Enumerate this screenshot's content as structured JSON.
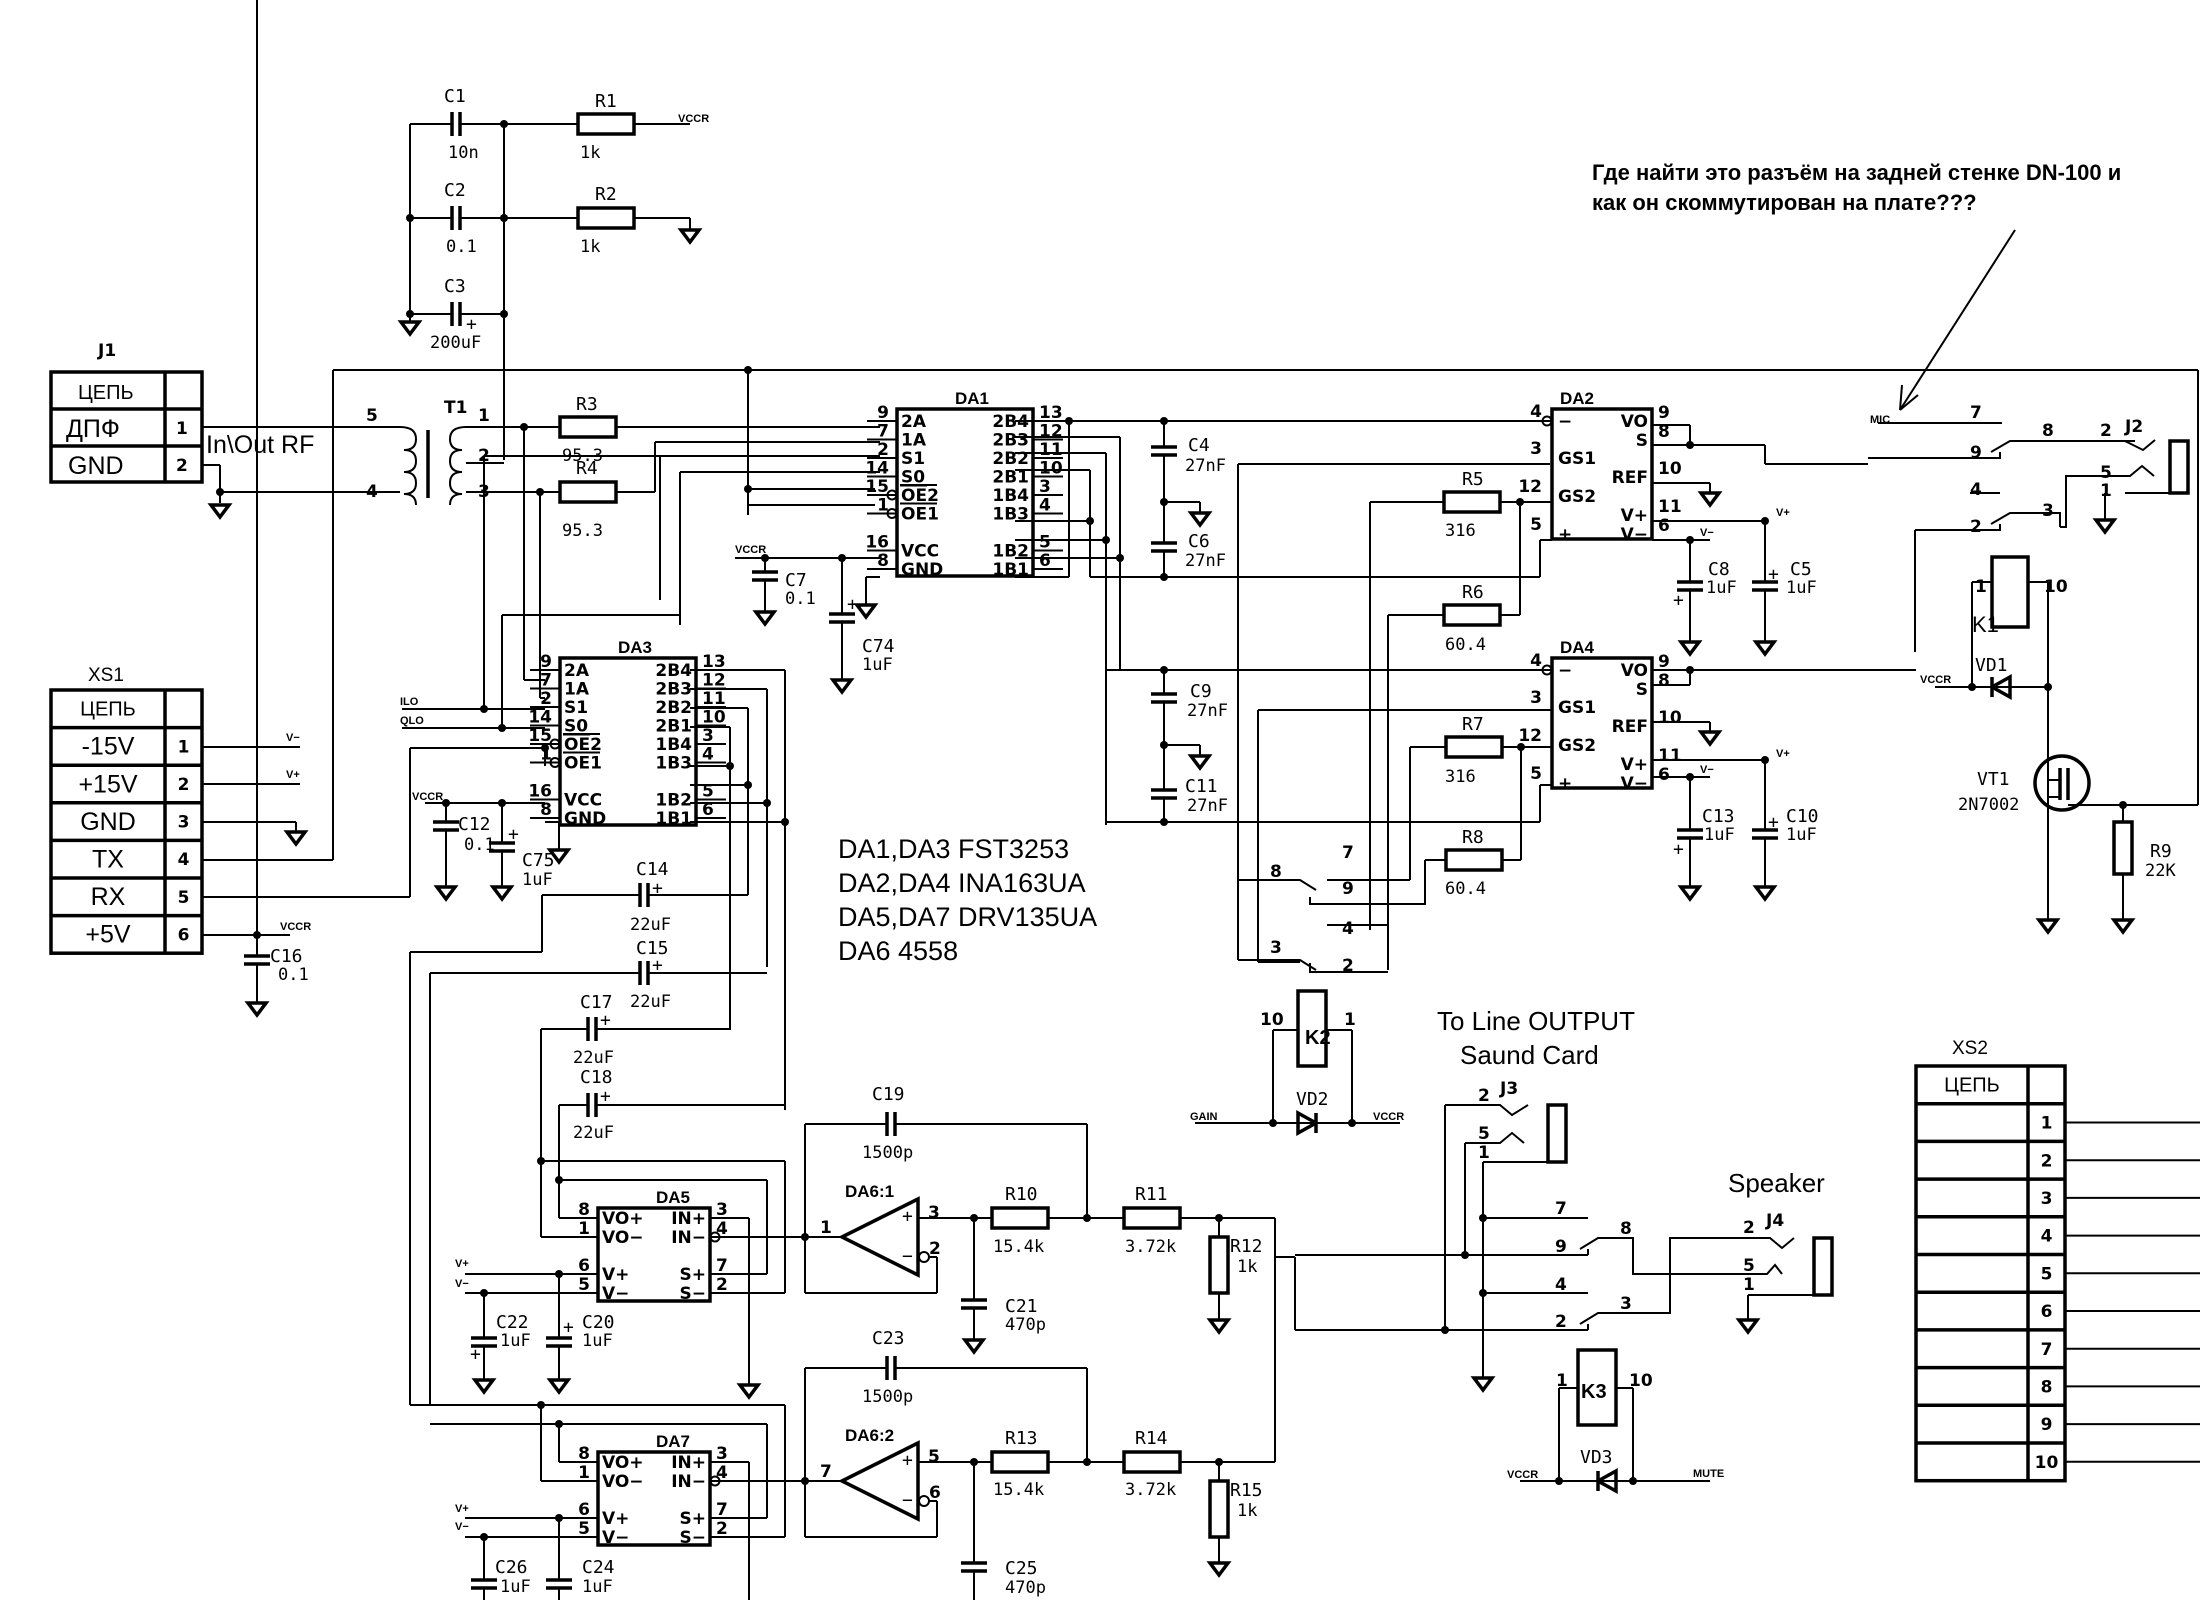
{
  "annotation": {
    "line1": "Где найти это разъём на задней стенке DN-100 и",
    "line2": "как он скоммутирован на плате???"
  },
  "parts_list": [
    "DA1,DA3 FST3253",
    "DA2,DA4 INA163UA",
    "DA5,DA7 DRV135UA",
    "DA6 4558"
  ],
  "labels": {
    "line_output_1": "To Line OUTPUT",
    "line_output_2": "Saund Card",
    "speaker": "Speaker",
    "in_out_rf": "In\\Out RF"
  },
  "nets": {
    "vccr": "VCCR",
    "vplus": "V+",
    "vminus": "V−",
    "ilo": "ILO",
    "qlo": "QLO",
    "gain": "GAIN",
    "mute": "MUTE",
    "mic": "MIC"
  },
  "connectors": {
    "J1": {
      "ref": "J1",
      "header": "ЦЕПЬ",
      "rows": [
        {
          "name": "ДПФ",
          "pin": "1"
        },
        {
          "name": "GND",
          "pin": "2"
        }
      ]
    },
    "XS1": {
      "ref": "XS1",
      "header": "ЦЕПЬ",
      "rows": [
        {
          "name": "-15V",
          "pin": "1"
        },
        {
          "name": "+15V",
          "pin": "2"
        },
        {
          "name": "GND",
          "pin": "3"
        },
        {
          "name": "TX",
          "pin": "4"
        },
        {
          "name": "RX",
          "pin": "5"
        },
        {
          "name": "+5V",
          "pin": "6"
        }
      ]
    },
    "XS2": {
      "ref": "XS2",
      "header": "ЦЕПЬ",
      "rows": [
        {
          "name": "",
          "pin": "1"
        },
        {
          "name": "",
          "pin": "2"
        },
        {
          "name": "",
          "pin": "3"
        },
        {
          "name": "",
          "pin": "4"
        },
        {
          "name": "",
          "pin": "5"
        },
        {
          "name": "",
          "pin": "6"
        },
        {
          "name": "",
          "pin": "7"
        },
        {
          "name": "",
          "pin": "8"
        },
        {
          "name": "",
          "pin": "9"
        },
        {
          "name": "",
          "pin": "10"
        }
      ]
    },
    "J2": {
      "ref": "J2"
    },
    "J3": {
      "ref": "J3"
    },
    "J4": {
      "ref": "J4"
    }
  },
  "components": {
    "C1": {
      "ref": "C1",
      "value": "10n"
    },
    "C2": {
      "ref": "C2",
      "value": "0.1"
    },
    "C3": {
      "ref": "C3",
      "value": "200uF"
    },
    "R1": {
      "ref": "R1",
      "value": "1k"
    },
    "R2": {
      "ref": "R2",
      "value": "1k"
    },
    "R3": {
      "ref": "R3",
      "value": "95.3"
    },
    "R4": {
      "ref": "R4",
      "value": "95.3"
    },
    "R5": {
      "ref": "R5",
      "value": "316"
    },
    "R6": {
      "ref": "R6",
      "value": "60.4"
    },
    "R7": {
      "ref": "R7",
      "value": "316"
    },
    "R8": {
      "ref": "R8",
      "value": "60.4"
    },
    "R9": {
      "ref": "R9",
      "value": "22K"
    },
    "R10": {
      "ref": "R10",
      "value": "15.4k"
    },
    "R11": {
      "ref": "R11",
      "value": "3.72k"
    },
    "R12": {
      "ref": "R12",
      "value": "1k"
    },
    "R13": {
      "ref": "R13",
      "value": "15.4k"
    },
    "R14": {
      "ref": "R14",
      "value": "3.72k"
    },
    "R15": {
      "ref": "R15",
      "value": "1k"
    },
    "C4": {
      "ref": "C4",
      "value": "27nF"
    },
    "C6": {
      "ref": "C6",
      "value": "27nF"
    },
    "C9": {
      "ref": "C9",
      "value": "27nF"
    },
    "C11": {
      "ref": "C11",
      "value": "27nF"
    },
    "C5": {
      "ref": "C5",
      "value": "1uF"
    },
    "C8": {
      "ref": "C8",
      "value": "1uF"
    },
    "C10": {
      "ref": "C10",
      "value": "1uF"
    },
    "C13": {
      "ref": "C13",
      "value": "1uF"
    },
    "C7": {
      "ref": "C7",
      "value": "0.1"
    },
    "C74": {
      "ref": "C74",
      "value": "1uF"
    },
    "C12": {
      "ref": "C12",
      "value": "0.1"
    },
    "C75": {
      "ref": "C75",
      "value": "1uF"
    },
    "C16": {
      "ref": "C16",
      "value": "0.1"
    },
    "C14": {
      "ref": "C14",
      "value": "22uF"
    },
    "C15": {
      "ref": "C15",
      "value": "22uF"
    },
    "C17": {
      "ref": "C17",
      "value": "22uF"
    },
    "C18": {
      "ref": "C18",
      "value": "22uF"
    },
    "C19": {
      "ref": "C19",
      "value": "1500p"
    },
    "C23": {
      "ref": "C23",
      "value": "1500p"
    },
    "C21": {
      "ref": "C21",
      "value": "470p"
    },
    "C25": {
      "ref": "C25",
      "value": "470p"
    },
    "C20": {
      "ref": "C20",
      "value": "1uF"
    },
    "C22": {
      "ref": "C22",
      "value": "1uF"
    },
    "C24": {
      "ref": "C24",
      "value": "1uF"
    },
    "C26": {
      "ref": "C26",
      "value": "1uF"
    },
    "T1": {
      "ref": "T1"
    },
    "K1": {
      "ref": "K1"
    },
    "K2": {
      "ref": "K2"
    },
    "K3": {
      "ref": "K3"
    },
    "VD1": {
      "ref": "VD1"
    },
    "VD2": {
      "ref": "VD2"
    },
    "VD3": {
      "ref": "VD3"
    },
    "VT1": {
      "ref": "VT1",
      "value": "2N7002"
    }
  },
  "ics": {
    "DA1": {
      "ref": "DA1",
      "left": [
        [
          "9",
          "2A"
        ],
        [
          "7",
          "1A"
        ],
        [
          "2",
          "S1"
        ],
        [
          "14",
          "S0"
        ],
        [
          "15",
          "OE2"
        ],
        [
          "1",
          "OE1"
        ],
        [
          "16",
          "VCC"
        ],
        [
          "8",
          "GND"
        ]
      ],
      "right": [
        [
          "13",
          "2B4"
        ],
        [
          "12",
          "2B3"
        ],
        [
          "11",
          "2B2"
        ],
        [
          "10",
          "2B1"
        ],
        [
          "3",
          "1B4"
        ],
        [
          "4",
          "1B3"
        ],
        [
          "5",
          "1B2"
        ],
        [
          "6",
          "1B1"
        ]
      ]
    },
    "DA3": {
      "ref": "DA3",
      "left": [
        [
          "9",
          "2A"
        ],
        [
          "7",
          "1A"
        ],
        [
          "2",
          "S1"
        ],
        [
          "14",
          "S0"
        ],
        [
          "15",
          "OE2"
        ],
        [
          "1",
          "OE1"
        ],
        [
          "16",
          "VCC"
        ],
        [
          "8",
          "GND"
        ]
      ],
      "right": [
        [
          "13",
          "2B4"
        ],
        [
          "12",
          "2B3"
        ],
        [
          "11",
          "2B2"
        ],
        [
          "10",
          "2B1"
        ],
        [
          "3",
          "1B4"
        ],
        [
          "4",
          "1B3"
        ],
        [
          "5",
          "1B2"
        ],
        [
          "6",
          "1B1"
        ]
      ]
    },
    "DA2": {
      "ref": "DA2",
      "left": [
        [
          "4",
          "−"
        ],
        [
          "3",
          "GS1"
        ],
        [
          "12",
          "GS2"
        ],
        [
          "5",
          "+"
        ]
      ],
      "right": [
        [
          "9",
          "VO"
        ],
        [
          "8",
          "S"
        ],
        [
          "10",
          "REF"
        ],
        [
          "11",
          "V+"
        ],
        [
          "6",
          "V−"
        ]
      ]
    },
    "DA4": {
      "ref": "DA4",
      "left": [
        [
          "4",
          "−"
        ],
        [
          "3",
          "GS1"
        ],
        [
          "12",
          "GS2"
        ],
        [
          "5",
          "+"
        ]
      ],
      "right": [
        [
          "9",
          "VO"
        ],
        [
          "8",
          "S"
        ],
        [
          "10",
          "REF"
        ],
        [
          "11",
          "V+"
        ],
        [
          "6",
          "V−"
        ]
      ]
    },
    "DA5": {
      "ref": "DA5",
      "left": [
        [
          "8",
          "VO+"
        ],
        [
          "1",
          "VO−"
        ],
        [
          "6",
          "V+"
        ],
        [
          "5",
          "V−"
        ]
      ],
      "right": [
        [
          "3",
          "IN+"
        ],
        [
          "4",
          "IN−"
        ],
        [
          "7",
          "S+"
        ],
        [
          "2",
          "S−"
        ]
      ]
    },
    "DA7": {
      "ref": "DA7",
      "left": [
        [
          "8",
          "VO+"
        ],
        [
          "1",
          "VO−"
        ],
        [
          "6",
          "V+"
        ],
        [
          "5",
          "V−"
        ]
      ],
      "right": [
        [
          "3",
          "IN+"
        ],
        [
          "4",
          "IN−"
        ],
        [
          "7",
          "S+"
        ],
        [
          "2",
          "S−"
        ]
      ]
    },
    "DA6_1": {
      "ref": "DA6:1",
      "pins": [
        "1",
        "3",
        "2"
      ]
    },
    "DA6_2": {
      "ref": "DA6:2",
      "pins": [
        "7",
        "5",
        "6"
      ]
    }
  }
}
